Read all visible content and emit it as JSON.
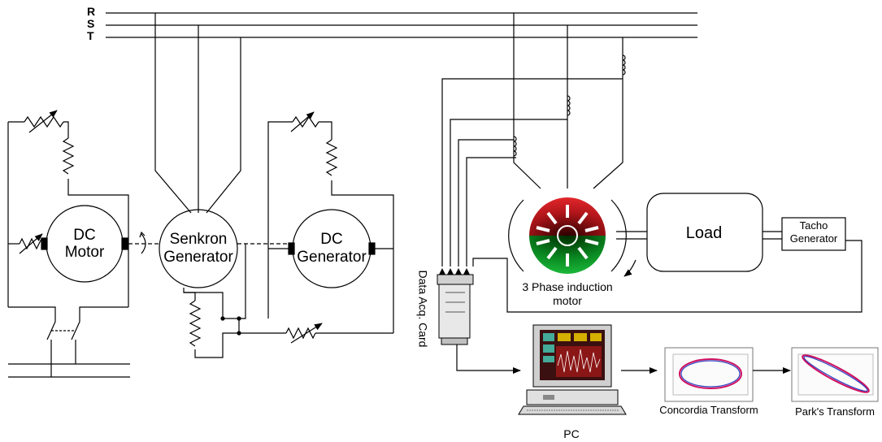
{
  "phases": [
    "R",
    "S",
    "T"
  ],
  "dc_motor": [
    "DC",
    "Motor"
  ],
  "senkron_generator": [
    "Senkron",
    "Generator"
  ],
  "dc_generator": [
    "DC",
    "Generator"
  ],
  "induction_motor": [
    "3  Phase induction",
    "motor"
  ],
  "load": "Load",
  "tacho_generator": [
    "Tacho",
    "Generator"
  ],
  "data_acq_card": "Data Acq. Card",
  "pc": "PC",
  "concordia": "Concordia Transform",
  "park": "Park's Transform",
  "colors": {
    "rotor_top": "#c8191e",
    "rotor_bottom": "#0a9a2a",
    "screen": "#8a1616"
  }
}
